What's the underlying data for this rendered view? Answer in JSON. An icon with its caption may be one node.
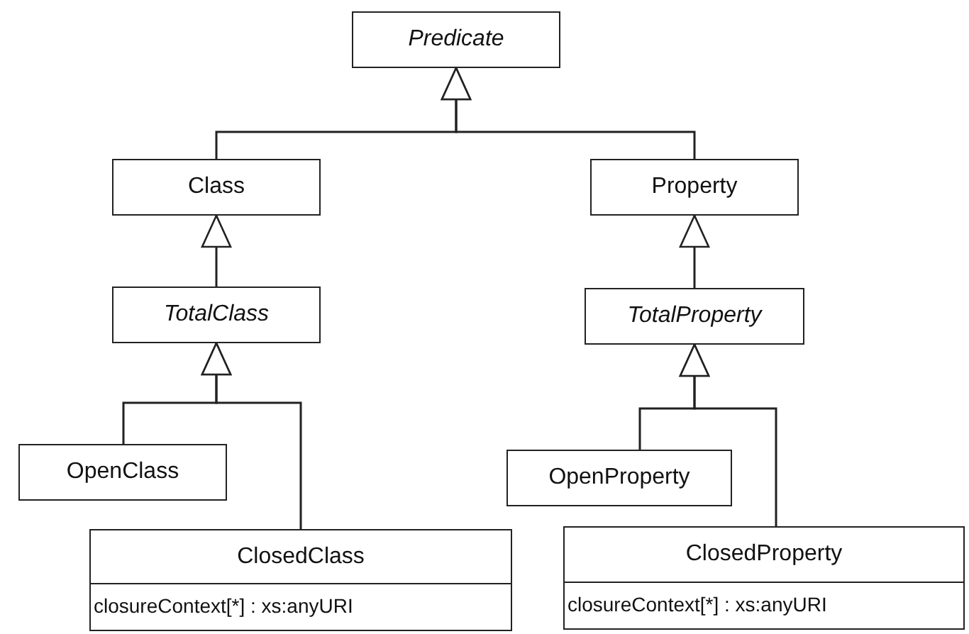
{
  "diagram": {
    "nodes": [
      {
        "text": [
          "Predicate"
        ]
      },
      {
        "text": [
          "Class"
        ]
      },
      {
        "text": [
          "Property"
        ]
      },
      {
        "text": [
          "TotalClass"
        ]
      },
      {
        "text": [
          "TotalProperty"
        ]
      },
      {
        "text": [
          "OpenClass"
        ]
      },
      {
        "text": [
          "ClosedClass",
          "closureContext[*] : xs:anyURI"
        ]
      },
      {
        "text": [
          "OpenProperty"
        ]
      },
      {
        "text": [
          "ClosedProperty",
          "closureContext[*] : xs:anyURI"
        ]
      }
    ],
    "edges": [
      {
        "from": 1,
        "to": 0,
        "arrow": "to"
      },
      {
        "from": 2,
        "to": 0,
        "arrow": "to"
      },
      {
        "from": 3,
        "to": 1,
        "arrow": "to"
      },
      {
        "from": 4,
        "to": 2,
        "arrow": "to"
      },
      {
        "from": 5,
        "to": 3,
        "arrow": "to"
      },
      {
        "from": 6,
        "to": 3,
        "arrow": "to"
      },
      {
        "from": 7,
        "to": 4,
        "arrow": "to"
      },
      {
        "from": 8,
        "to": 4,
        "arrow": "to"
      }
    ]
  }
}
